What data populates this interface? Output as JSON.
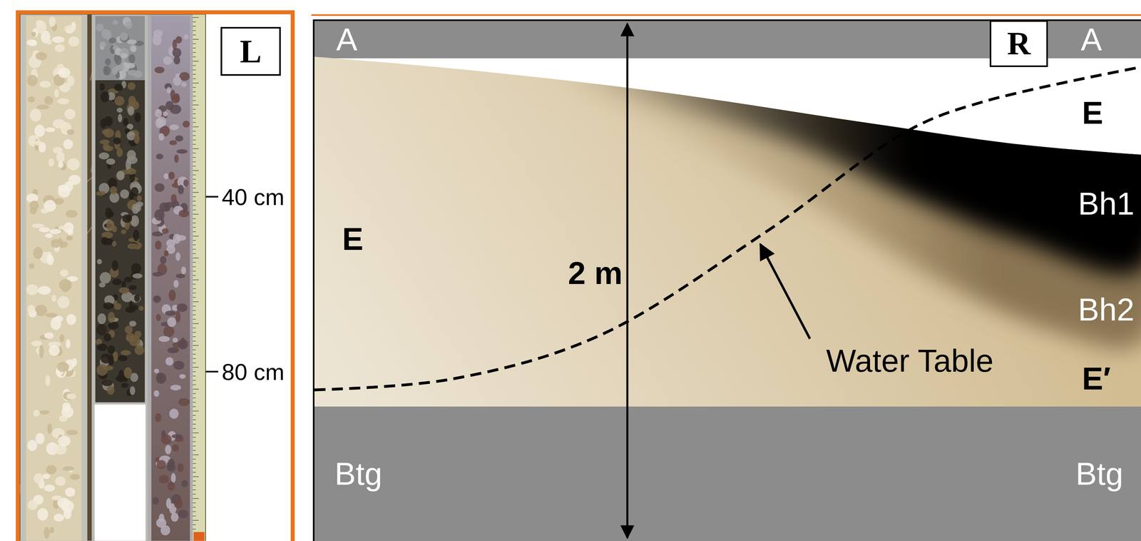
{
  "diagram": {
    "nodes": [
      {
        "text": [
          "L"
        ]
      },
      {
        "text": [
          "A",
          "A"
        ]
      },
      {
        "text": [
          "R"
        ]
      },
      {
        "text": [
          "Btg",
          "Btg"
        ]
      }
    ],
    "labels": [
      "40 cm",
      "80 cm",
      "E",
      "2 m",
      "Water Table",
      "E",
      "Bh1",
      "Bh2",
      "E′"
    ]
  }
}
